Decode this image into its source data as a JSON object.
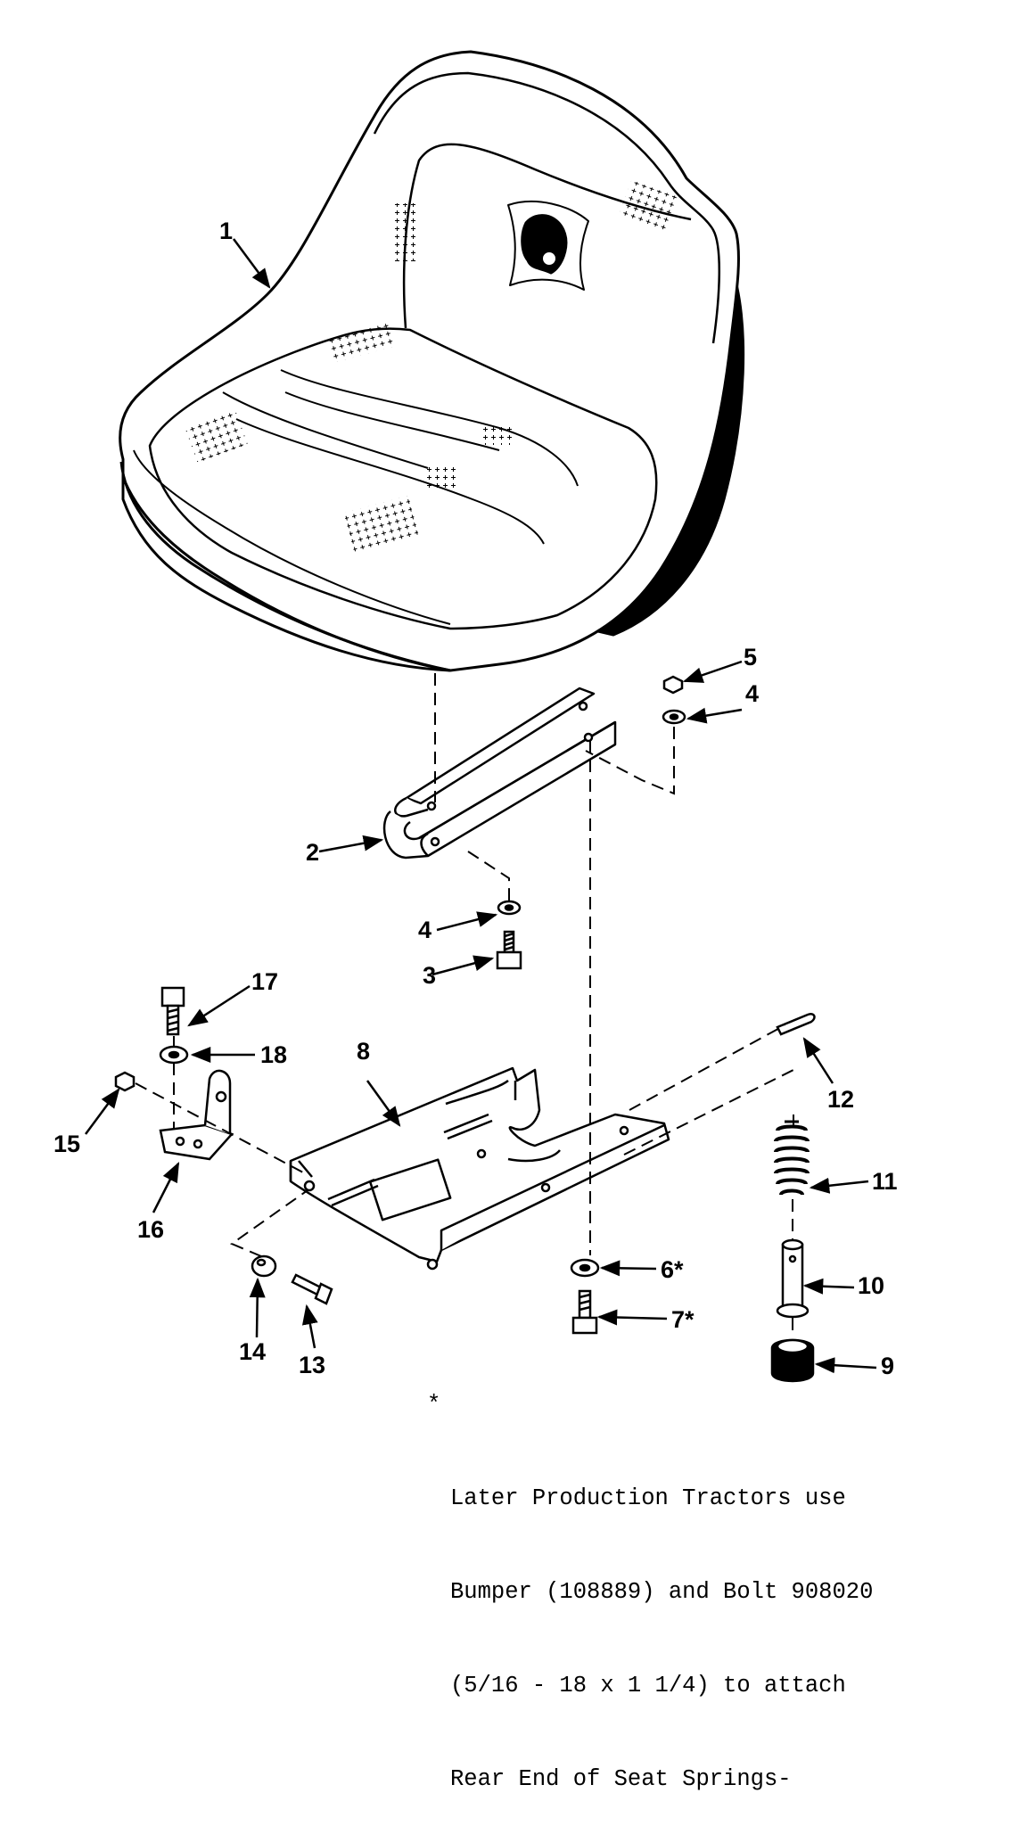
{
  "callouts": {
    "c1": "1",
    "c2": "2",
    "c3": "3",
    "c4a": "4",
    "c4b": "4",
    "c5": "5",
    "c6": "6*",
    "c7": "7*",
    "c8": "8",
    "c9": "9",
    "c10": "10",
    "c11": "11",
    "c12": "12",
    "c13": "13",
    "c14": "14",
    "c15": "15",
    "c16": "16",
    "c17": "17",
    "c18": "18"
  },
  "note": {
    "star": "*",
    "lines": [
      "Later Production Tractors use",
      "Bumper (108889) and Bolt 908020",
      "(5/16 - 18 x 1 1/4) to attach",
      "Rear End of Seat Springs-"
    ]
  }
}
